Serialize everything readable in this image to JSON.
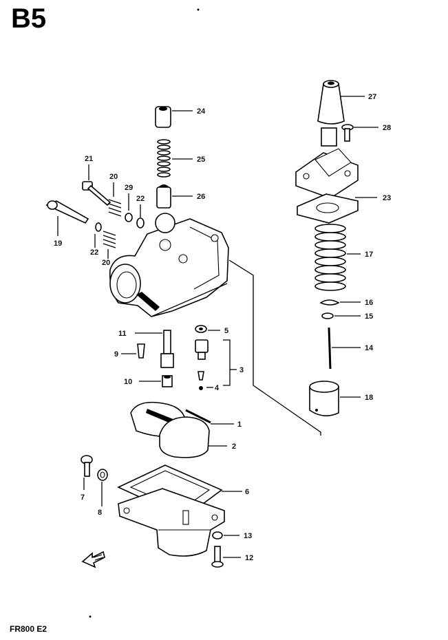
{
  "page_code": "B5",
  "footer": "FR800 E2",
  "callouts": {
    "c1": "1",
    "c2": "2",
    "c3": "3",
    "c4": "4",
    "c5": "5",
    "c6": "6",
    "c7": "7",
    "c8": "8",
    "c9": "9",
    "c10": "10",
    "c11": "11",
    "c12": "12",
    "c13": "13",
    "c14": "14",
    "c15": "15",
    "c16": "16",
    "c17": "17",
    "c18": "18",
    "c19": "19",
    "c20a": "20",
    "c20b": "20",
    "c21": "21",
    "c22a": "22",
    "c22b": "22",
    "c23": "23",
    "c24": "24",
    "c25": "25",
    "c26": "26",
    "c27": "27",
    "c28": "28",
    "c29": "29"
  },
  "icons": {
    "front_arrow": "front-direction-arrow-icon"
  }
}
